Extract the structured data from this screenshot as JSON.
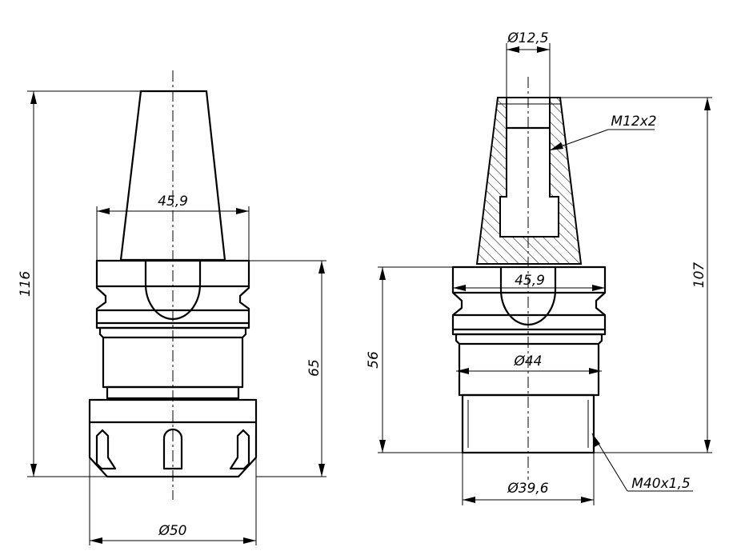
{
  "left_view": {
    "dim_height_total": "116",
    "dim_height_lower": "65",
    "dim_flange_width": "45,9",
    "dim_nut_diameter": "Ø50"
  },
  "right_view": {
    "dim_top_diameter": "Ø12,5",
    "dim_thread_inner": "M12x2",
    "dim_height_total": "107",
    "dim_height_lower": "56",
    "dim_flange_width": "45,9",
    "dim_body_diameter": "Ø44",
    "dim_bottom_diameter": "Ø39,6",
    "dim_thread_outer": "M40x1,5"
  }
}
